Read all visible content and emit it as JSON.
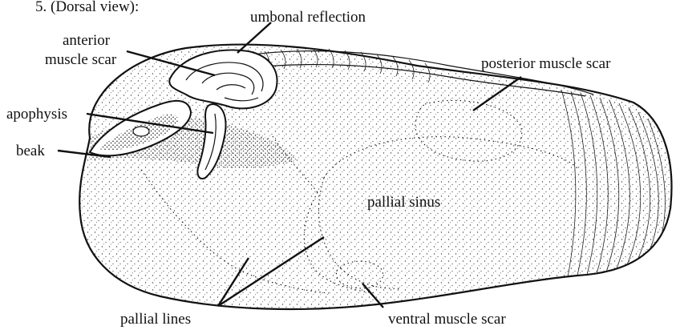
{
  "figure": {
    "header_fragment": "5. (Dorsal view):",
    "labels": {
      "umbonal_reflection": "umbonal reflection",
      "anterior_line1": "anterior",
      "anterior_line2": "muscle scar",
      "apophysis": "apophysis",
      "beak": "beak",
      "posterior_muscle_scar": "posterior muscle scar",
      "pallial_sinus": "pallial sinus",
      "pallial_lines": "pallial lines",
      "ventral_muscle_scar": "ventral muscle scar"
    }
  }
}
